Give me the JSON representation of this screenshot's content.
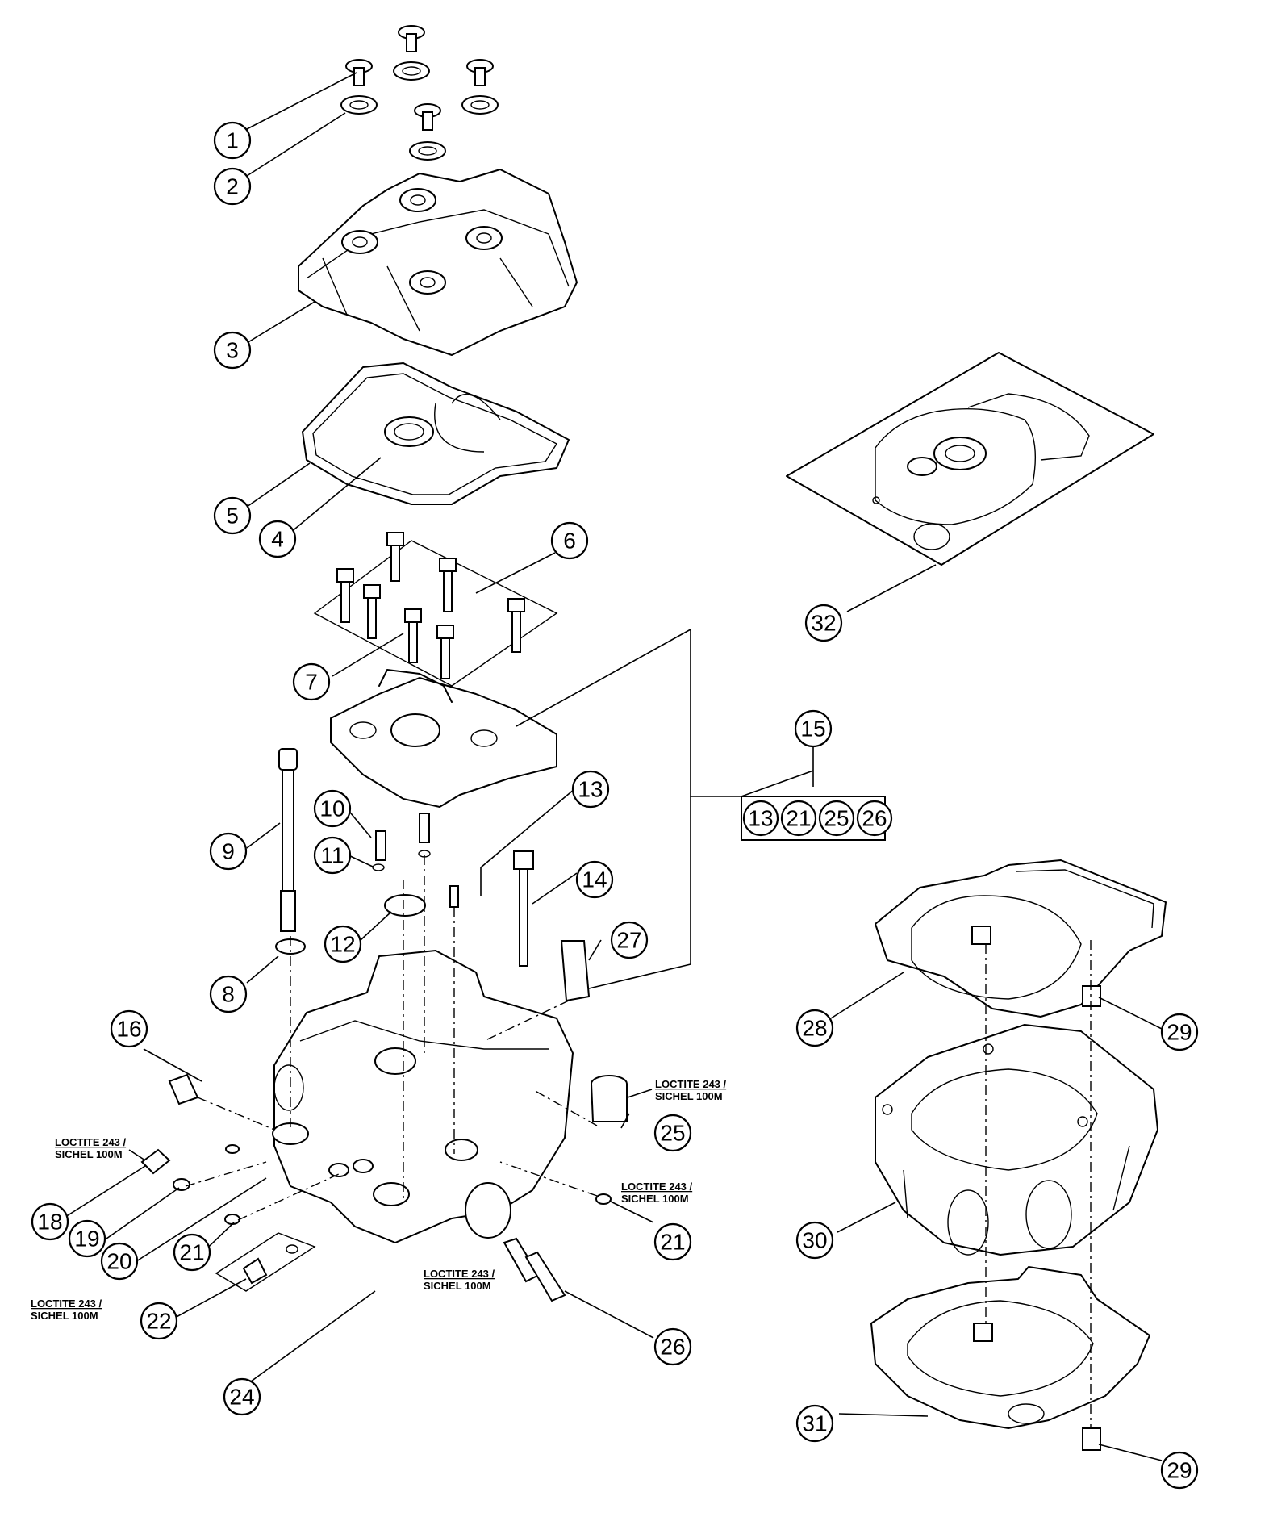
{
  "callouts": {
    "c1": "1",
    "c2": "2",
    "c3": "3",
    "c4": "4",
    "c5": "5",
    "c6": "6",
    "c7": "7",
    "c8": "8",
    "c9": "9",
    "c10": "10",
    "c11": "11",
    "c12": "12",
    "c13": "13",
    "c14": "14",
    "c15": "15",
    "c16": "16",
    "c18": "18",
    "c19": "19",
    "c20": "20",
    "c21a": "21",
    "c21b": "21",
    "c22": "22",
    "c24": "24",
    "c25": "25",
    "c26": "26",
    "c27": "27",
    "c28": "28",
    "c29a": "29",
    "c29b": "29",
    "c30": "30",
    "c31": "31",
    "c32": "32"
  },
  "kit_15": [
    "13",
    "21",
    "25",
    "26"
  ],
  "notes": {
    "loctite_line1": "LOCTITE 243 /",
    "loctite_line2": "SICHEL 100M"
  }
}
